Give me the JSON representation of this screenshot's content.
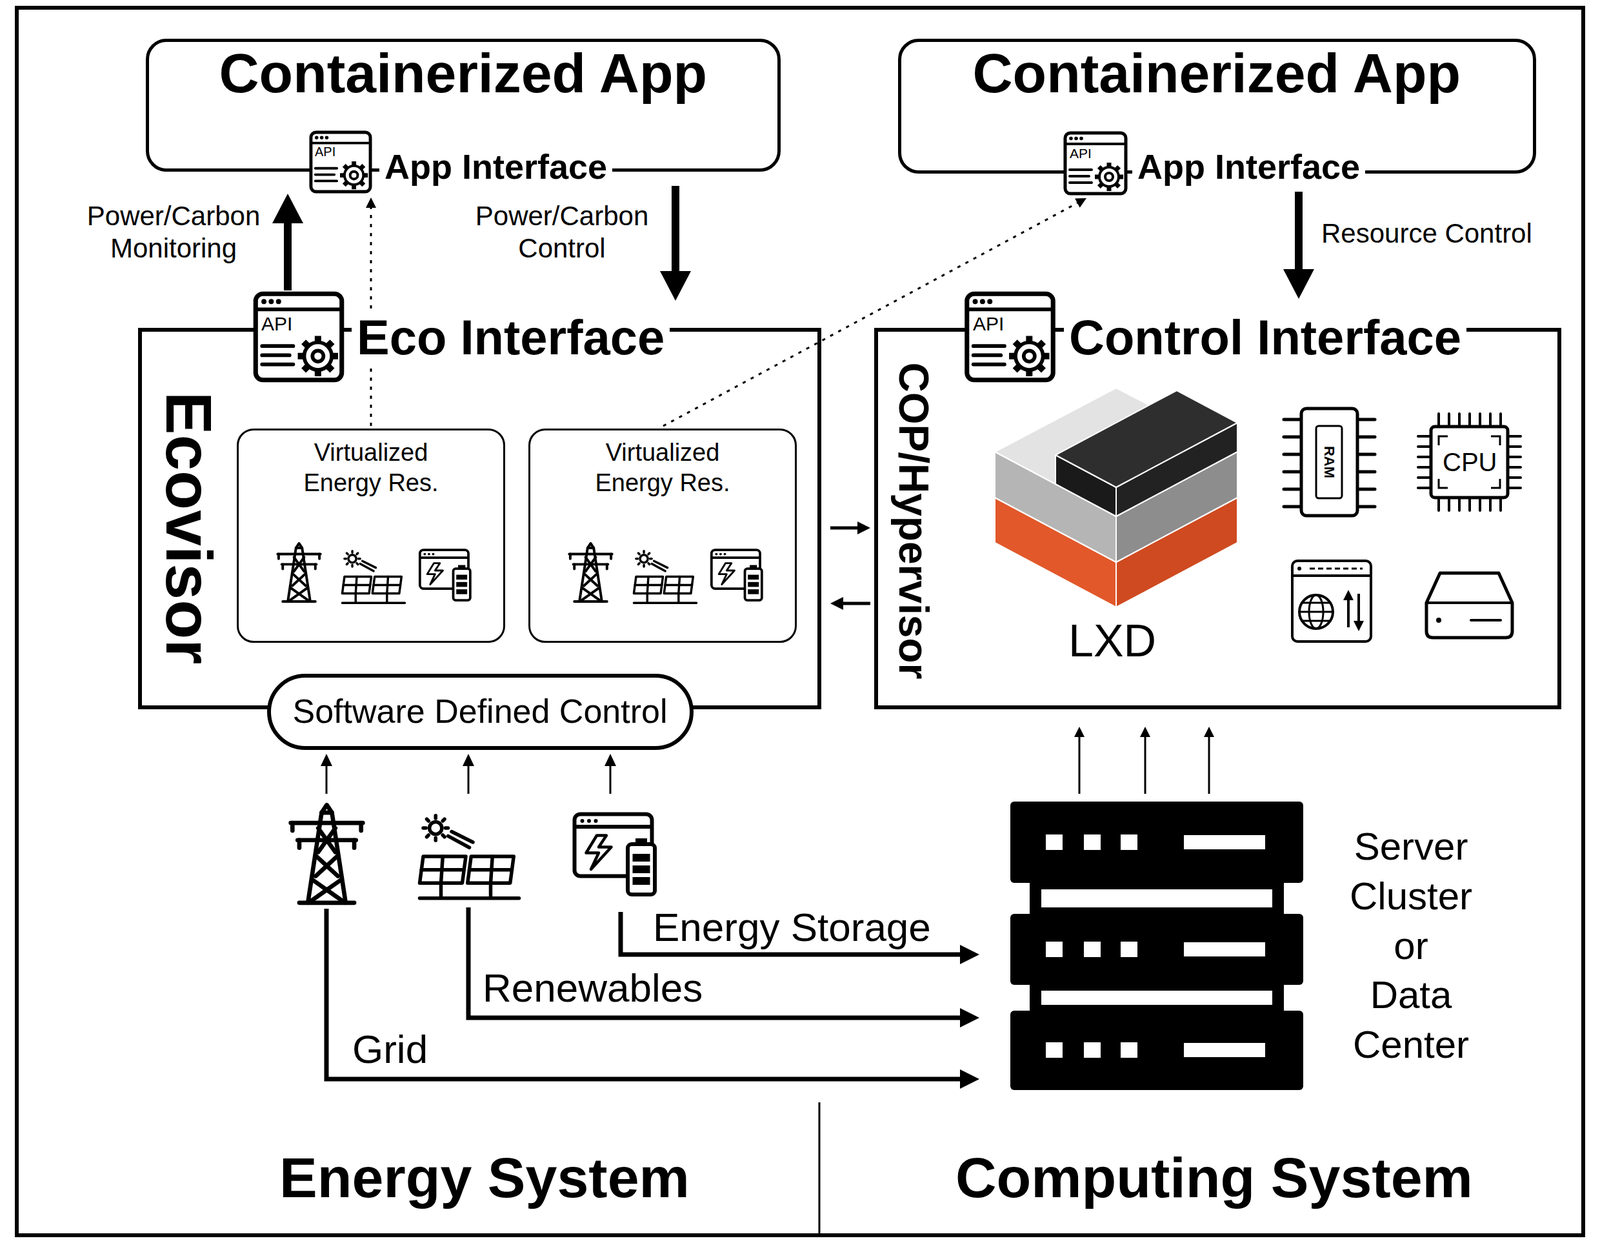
{
  "diagram": {
    "nodes": [
      {
        "text": [
          "Containerized App",
          "App Interface"
        ]
      },
      {
        "text": [
          "Containerized App",
          "App Interface"
        ]
      },
      {
        "text": [
          "Eco Interface",
          "Ecovisor"
        ]
      },
      {
        "text": [
          "Virtualized Energy Res."
        ],
        "in": 2
      },
      {
        "text": [
          "Virtualized Energy Res."
        ],
        "in": 2
      },
      {
        "text": [
          "Software Defined Control"
        ],
        "in": 2
      },
      {
        "text": [
          "Control Interface",
          "COP/Hypervisor",
          "LXD"
        ]
      },
      {
        "text": [
          "Server Cluster or Data Center"
        ]
      }
    ],
    "edges": [
      {
        "from": 2,
        "to": 0,
        "label": "Power/Carbon Monitoring",
        "arrow": "to"
      },
      {
        "from": 0,
        "to": 2,
        "label": "Power/Carbon Control",
        "arrow": "to"
      },
      {
        "from": 1,
        "to": 6,
        "label": "Resource Control",
        "arrow": "to"
      },
      {
        "from": 3,
        "to": 0,
        "arrow": "to"
      },
      {
        "from": 4,
        "to": 1,
        "arrow": "to"
      },
      {
        "from": 2,
        "to": 6,
        "arrow": "to"
      },
      {
        "from": 6,
        "to": 2,
        "arrow": "to"
      },
      {
        "from": 7,
        "to": 6,
        "arrow": "to"
      },
      {
        "from": 7,
        "to": 6,
        "arrow": "to"
      },
      {
        "from": 7,
        "to": 6,
        "arrow": "to"
      }
    ],
    "labels": [
      "API",
      "API",
      "API",
      "API",
      "RAM",
      "CPU",
      "Energy Storage",
      "Renewables",
      "Grid",
      "Energy System",
      "Computing System"
    ]
  }
}
